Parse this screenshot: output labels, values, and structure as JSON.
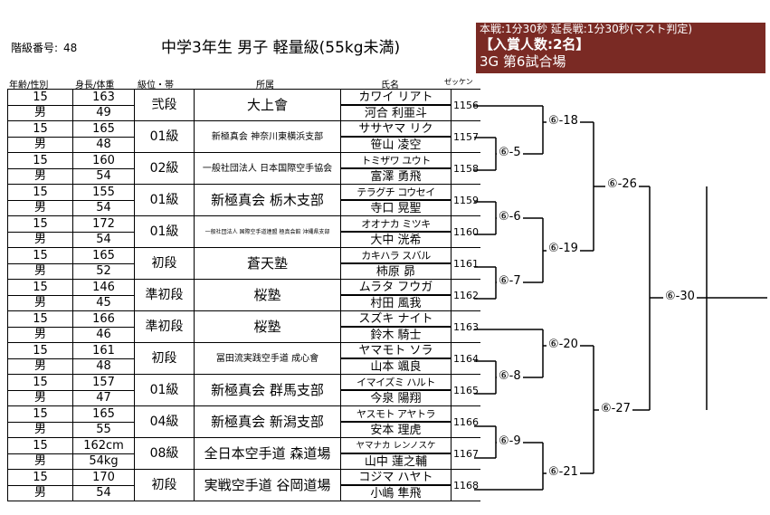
{
  "header": {
    "class_number_label": "階級番号:",
    "class_number_value": "48",
    "title": "中学3年生 男子 軽量級(55kg未満)"
  },
  "info": {
    "line1": "本戦:1分30秒 延長戦:1分30秒(マスト判定)",
    "line2": "【入賞人数:2名】",
    "line3": "3G 第6試合場"
  },
  "columns": {
    "age_gender": "年齢/性別",
    "height_weight": "身長/体重",
    "rank": "級位・帯",
    "affiliation": "所属",
    "name": "氏名",
    "zekken": "ゼッケン"
  },
  "competitors": [
    {
      "age": "15",
      "gender": "男",
      "height": "163",
      "weight": "49",
      "rank": "弐段",
      "affiliation": "大上會",
      "kana": "カワイ リアト",
      "kanji": "河合 利亜斗",
      "zekken": "1156"
    },
    {
      "age": "15",
      "gender": "男",
      "height": "165",
      "weight": "48",
      "rank": "01級",
      "affiliation": "新極真会 神奈川東横浜支部",
      "kana": "ササヤマ リク",
      "kanji": "笹山 凌空",
      "zekken": "1157"
    },
    {
      "age": "15",
      "gender": "男",
      "height": "160",
      "weight": "54",
      "rank": "02級",
      "affiliation": "一般社団法人 日本国際空手協会",
      "kana": "トミザワ ユウト",
      "kanji": "富澤 勇飛",
      "zekken": "1158"
    },
    {
      "age": "15",
      "gender": "男",
      "height": "155",
      "weight": "54",
      "rank": "01級",
      "affiliation": "新極真会 栃木支部",
      "kana": "テラグチ コウセイ",
      "kanji": "寺口 晃聖",
      "zekken": "1159"
    },
    {
      "age": "15",
      "gender": "男",
      "height": "172",
      "weight": "54",
      "rank": "01級",
      "affiliation": "一般社団法人 国際空手道連盟 極真会館 沖縄県支部",
      "kana": "オオナカ ミツキ",
      "kanji": "大中 洸希",
      "zekken": "1160"
    },
    {
      "age": "15",
      "gender": "男",
      "height": "165",
      "weight": "52",
      "rank": "初段",
      "affiliation": "蒼天塾",
      "kana": "カキハラ スバル",
      "kanji": "柿原 昴",
      "zekken": "1161"
    },
    {
      "age": "15",
      "gender": "男",
      "height": "146",
      "weight": "45",
      "rank": "準初段",
      "affiliation": "桜塾",
      "kana": "ムラタ フウガ",
      "kanji": "村田 風我",
      "zekken": "1162"
    },
    {
      "age": "15",
      "gender": "男",
      "height": "166",
      "weight": "46",
      "rank": "準初段",
      "affiliation": "桜塾",
      "kana": "スズキ ナイト",
      "kanji": "鈴木 騎士",
      "zekken": "1163"
    },
    {
      "age": "15",
      "gender": "男",
      "height": "161",
      "weight": "48",
      "rank": "初段",
      "affiliation": "冨田流実践空手道 成心會",
      "kana": "ヤマモト ソラ",
      "kanji": "山本 颯良",
      "zekken": "1164"
    },
    {
      "age": "15",
      "gender": "男",
      "height": "157",
      "weight": "47",
      "rank": "01級",
      "affiliation": "新極真会 群馬支部",
      "kana": "イマイズミ ハルト",
      "kanji": "今泉 陽翔",
      "zekken": "1165"
    },
    {
      "age": "15",
      "gender": "男",
      "height": "165",
      "weight": "55",
      "rank": "04級",
      "affiliation": "新極真会 新潟支部",
      "kana": "ヤスモト アヤトラ",
      "kanji": "安本 理虎",
      "zekken": "1166"
    },
    {
      "age": "15",
      "gender": "男",
      "height": "162cm",
      "weight": "54kg",
      "rank": "08級",
      "affiliation": "全日本空手道 森道場",
      "kana": "ヤマナカ レンノスケ",
      "kanji": "山中 蓮之輔",
      "zekken": "1167"
    },
    {
      "age": "15",
      "gender": "男",
      "height": "170",
      "weight": "54",
      "rank": "初段",
      "affiliation": "実戦空手道 谷岡道場",
      "kana": "コジマ ハヤト",
      "kanji": "小嶋 隼飛",
      "zekken": "1168"
    }
  ],
  "matches": {
    "m5": "⑥-5",
    "m6": "⑥-6",
    "m7": "⑥-7",
    "m8": "⑥-8",
    "m9": "⑥-9",
    "m18": "⑥-18",
    "m19": "⑥-19",
    "m20": "⑥-20",
    "m21": "⑥-21",
    "m26": "⑥-26",
    "m27": "⑥-27",
    "m30": "⑥-30"
  }
}
